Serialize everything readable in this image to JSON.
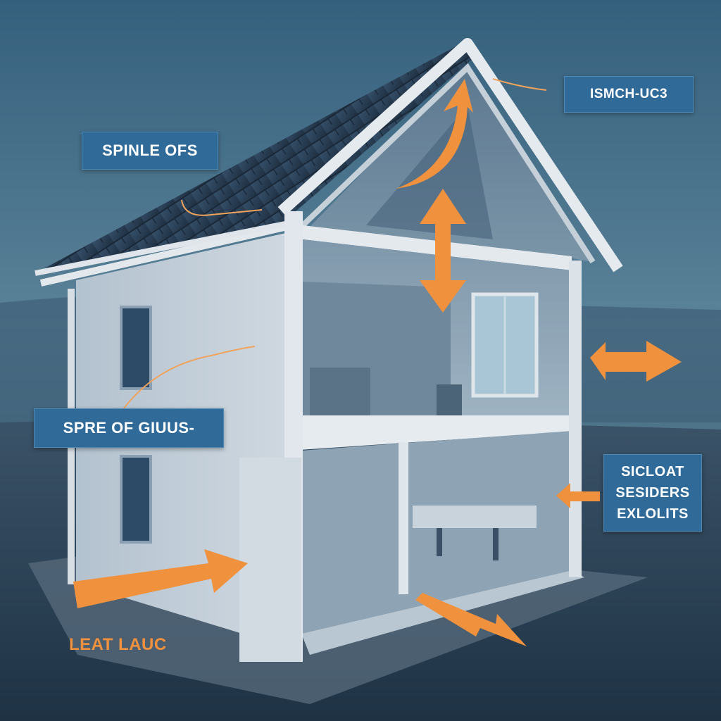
{
  "labels": {
    "top_right": "ISMCH-UC3",
    "roof": "SPINLE OFS",
    "wall": "SPRE OF GIUUS-",
    "right_lines": [
      "SICLOAT",
      "SESIDERS",
      "EXLOLITS"
    ],
    "bottom_left": "LEAT LAUC"
  },
  "colors": {
    "background": "#2b4a62",
    "arrow": "#f0913e",
    "label_box": "#2f6a98",
    "roof": "#2c3e52",
    "wall": "#c9d3dc"
  },
  "icons": {
    "arrow": "orange-arrow-icon"
  }
}
